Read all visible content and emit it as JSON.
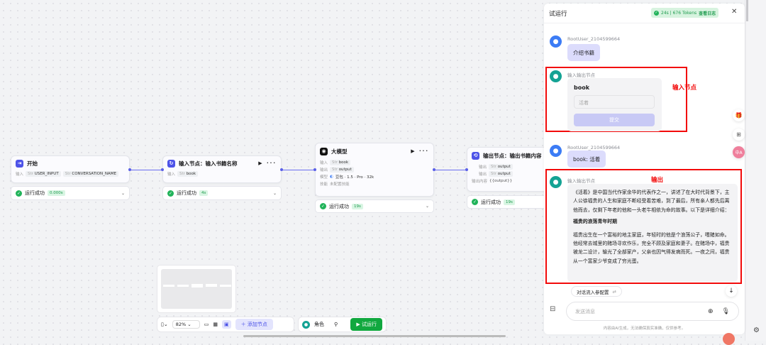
{
  "nodes": {
    "start": {
      "title": "开始",
      "input_label": "输入",
      "inputs": [
        "USER_INPUT",
        "CONVERSATION_NAME"
      ],
      "status": "运行成功",
      "duration": "0.000s"
    },
    "input": {
      "title": "输入节点：输入书籍名称",
      "input_label": "输入",
      "inputs": [
        "book"
      ],
      "status": "运行成功",
      "duration": "4s"
    },
    "llm": {
      "title": "大模型",
      "input_label": "输入",
      "input": "book",
      "output_label": "输出",
      "output": "output",
      "model_label": "模型",
      "model": "豆包 · 1.5 · Pro · 32k",
      "skill_label": "技能",
      "skill": "未配置技能",
      "status": "运行成功",
      "duration": "19s"
    },
    "output": {
      "title": "输出节点：输出书籍内容",
      "output_label": "输出",
      "outputs": [
        "output",
        "output"
      ],
      "content_label": "输出内容",
      "content": "{{output}}",
      "status": "运行成功",
      "duration": "19s"
    }
  },
  "var_type": "Str",
  "toolbar": {
    "zoom": "82%",
    "add_node": "添加节点",
    "role": "角色",
    "test_run": "试运行"
  },
  "panel": {
    "title": "试运行",
    "stats": "24s | 676 Tokens",
    "view_log": "查看日志",
    "messages": [
      {
        "user": "RootUser_2104599664",
        "text": "介绍书籍"
      },
      {
        "user": "输入输出节点",
        "field": "book",
        "placeholder": "活着",
        "submit": "提交"
      },
      {
        "user": "RootUser_2104599664",
        "text": "book: 活着"
      },
      {
        "user": "输入输出节点",
        "paragraph1": "《活着》是中国当代作家余华的代表作之一，讲述了在大时代背景下，主人公徐福贵的人生和家庭不断经受着苦难，到了最后，所有亲人都先后离他而去，仅剩下年老的他和一头老牛相依为命的故事。以下是详细介绍：",
        "heading": "福贵的浪荡青年时期",
        "paragraph2": "福贵出生在一个富裕的地主家庭，年轻时的他是个浪荡公子，嗜赌如命。他经常去城里的赌场寻欢作乐，完全不顾及家庭和妻子。在赌场中，福贵被龙二设计，输光了全部家产，父亲也因气得发病而死。一夜之间，福贵从一个富家少爷变成了穷光蛋。"
      }
    ],
    "annotations": {
      "input": "输入节点",
      "output": "输出"
    },
    "config_chip": "对话流入参配置",
    "input_placeholder": "发送消息",
    "disclaimer": "内容由AI生成，无法确保真实准确，仅供参考。"
  },
  "colors": {
    "accent": "#4d53e8",
    "success": "#21b35a",
    "highlight": "#f20a0a"
  }
}
